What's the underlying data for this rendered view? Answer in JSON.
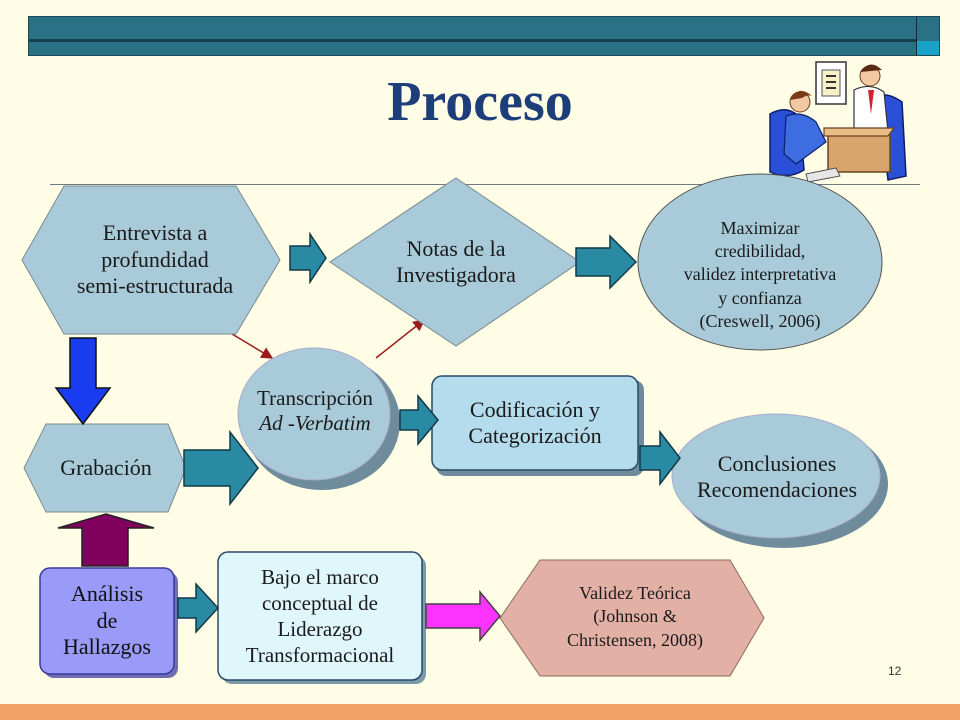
{
  "title": "Proceso",
  "page_number": "12",
  "nodes": {
    "entrevista": [
      "Entrevista a",
      "profundidad",
      "semi-estructurada"
    ],
    "notas": [
      "Notas de la",
      "Investigadora"
    ],
    "maximizar": [
      "Maximizar",
      "credibilidad,",
      "validez  interpretativa",
      "y confianza",
      "(Creswell, 2006)"
    ],
    "transcripcion": [
      "Transcripción",
      "Ad -Verbatim"
    ],
    "codificacion": [
      "Codificación y",
      "Categorización"
    ],
    "grabacion": [
      "Grabación"
    ],
    "conclusiones": [
      "Conclusiones",
      "Recomendaciones"
    ],
    "analisis": [
      "Análisis",
      "de",
      "Hallazgos"
    ],
    "marco": [
      "Bajo el marco",
      "conceptual de",
      "Liderazgo",
      "Transformacional"
    ],
    "validez": [
      "Validez Teórica",
      "(Johnson &",
      "Christensen, 2008)"
    ]
  },
  "colors": {
    "node_fill": "#a9cbd9",
    "box_fill": "#b4dcec",
    "teal_arrow": "#2a8aa3",
    "blue_arrow": "#1a3cf0",
    "purple_arrow": "#80005e",
    "magenta_arrow": "#ff33ff",
    "analisis_fill": "#9a9af8",
    "marco_fill": "#dff6fb",
    "validez_fill": "#e3b0a5",
    "title": "#1e3e7a"
  }
}
